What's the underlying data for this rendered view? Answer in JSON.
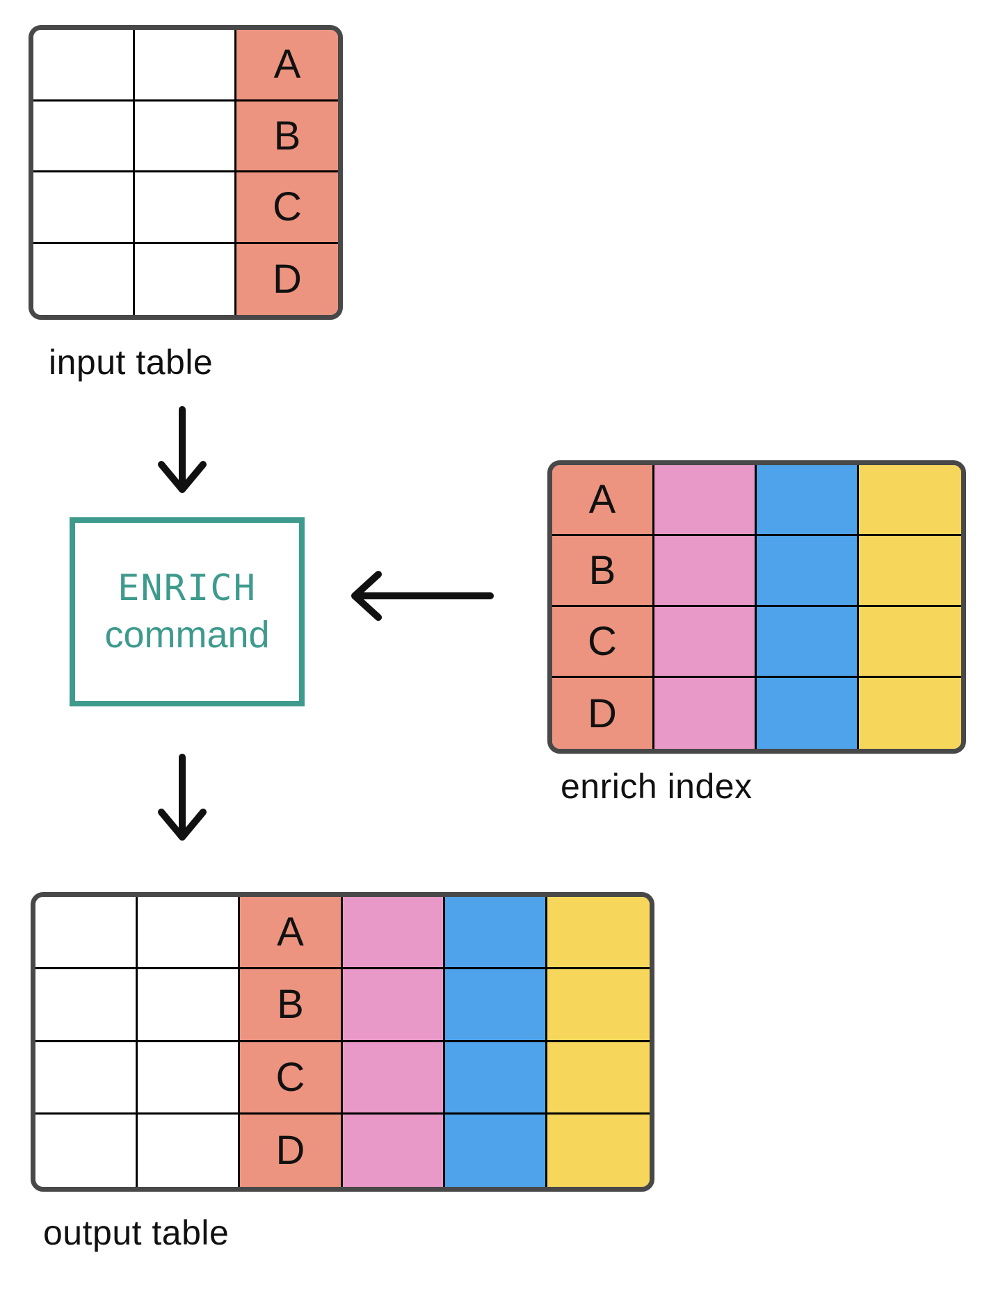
{
  "palette": {
    "salmon": "#EC9480",
    "pink": "#E999C8",
    "blue": "#4EA3EB",
    "yellow": "#F6D75C",
    "teal": "#3E9A8D",
    "border_dark": "#484848",
    "line": "#000000",
    "arrow": "#111111",
    "text": "#111111"
  },
  "input_table": {
    "label": "input table",
    "columns": [
      "empty",
      "empty",
      "key"
    ],
    "key_column": [
      "A",
      "B",
      "C",
      "D"
    ]
  },
  "enrich_command": {
    "line1": "ENRICH",
    "line2": "command"
  },
  "enrich_index": {
    "label": "enrich index",
    "columns": [
      "key",
      "pink",
      "blue",
      "yellow"
    ],
    "key_column": [
      "A",
      "B",
      "C",
      "D"
    ]
  },
  "output_table": {
    "label": "output table",
    "columns": [
      "empty",
      "empty",
      "key",
      "pink",
      "blue",
      "yellow"
    ],
    "key_column": [
      "A",
      "B",
      "C",
      "D"
    ]
  }
}
